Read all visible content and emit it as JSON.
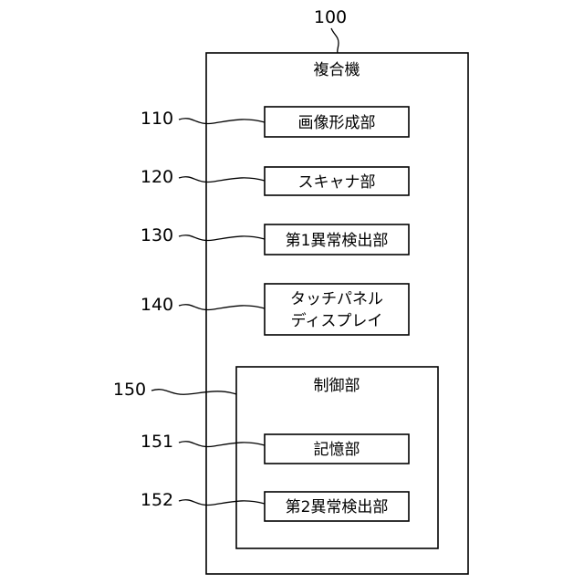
{
  "device": {
    "ref": "100",
    "title": "複合機"
  },
  "components": [
    {
      "ref": "110",
      "label": "画像形成部"
    },
    {
      "ref": "120",
      "label": "スキャナ部"
    },
    {
      "ref": "130",
      "label": "第1異常検出部"
    },
    {
      "ref": "140",
      "label_line1": "タッチパネル",
      "label_line2": "ディスプレイ"
    }
  ],
  "controller": {
    "ref": "150",
    "title": "制御部",
    "components": [
      {
        "ref": "151",
        "label": "記憶部"
      },
      {
        "ref": "152",
        "label": "第2異常検出部"
      }
    ]
  }
}
